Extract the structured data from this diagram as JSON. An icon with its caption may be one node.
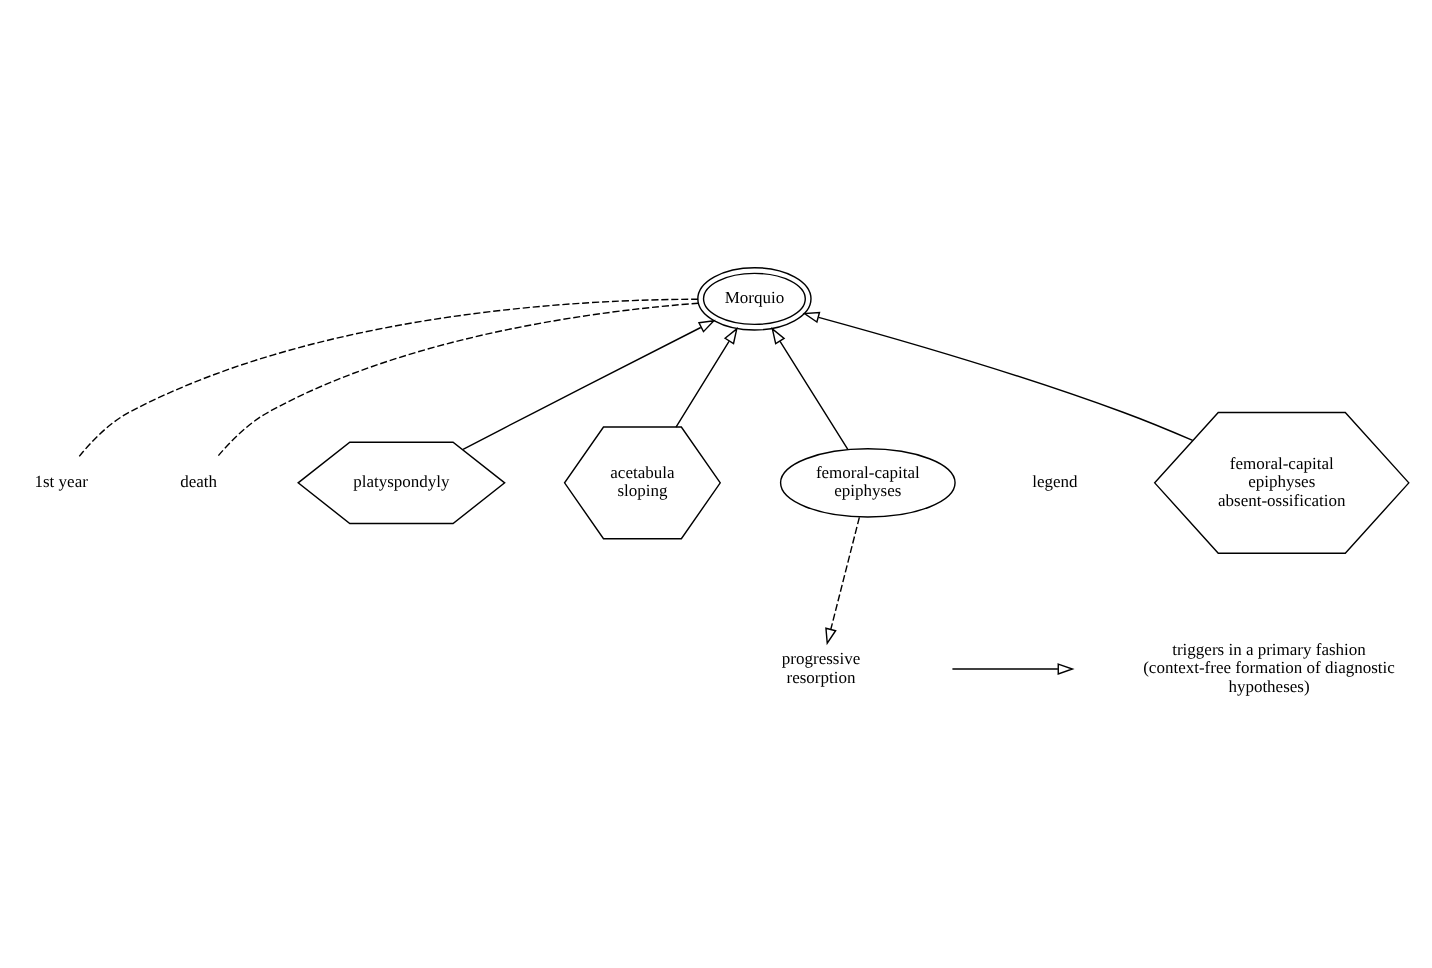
{
  "diagram": {
    "nodes": [
      {
        "text": [
          "Morquio"
        ]
      },
      {
        "text": [
          "1st year"
        ]
      },
      {
        "text": [
          "death"
        ]
      },
      {
        "text": [
          "platyspondyly"
        ]
      },
      {
        "text": [
          "acetabula sloping"
        ]
      },
      {
        "text": [
          "femoral-capital epiphyses"
        ]
      },
      {
        "text": [
          "femoral-capital epiphyses absent-ossification"
        ]
      },
      {
        "text": [
          "progressive resorption"
        ]
      }
    ],
    "edges": [
      {
        "from": 4,
        "to": 0,
        "arrow": "to"
      },
      {
        "from": 5,
        "to": 0,
        "arrow": "to"
      },
      {
        "from": 6,
        "to": 0,
        "arrow": "to"
      },
      {
        "from": 3,
        "to": 0,
        "arrow": "to"
      },
      {
        "from": 0,
        "to": 1,
        "arrow": "none",
        "style": "dashed"
      },
      {
        "from": 0,
        "to": 2,
        "arrow": "none",
        "style": "dashed"
      },
      {
        "from": 5,
        "to": 7,
        "arrow": "to",
        "style": "dashed"
      }
    ],
    "labels": [
      "legend"
    ],
    "legend": [
      {
        "text": "triggers in a primary fashion (context-free formation of diagnostic hypotheses)"
      }
    ]
  }
}
